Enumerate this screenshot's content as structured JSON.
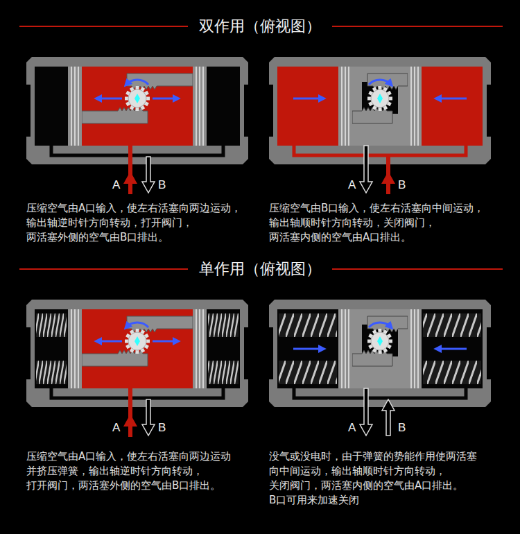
{
  "diagram": {
    "labels": [
      "双作用（俯视图）",
      "A",
      "B",
      "压缩空气由A口输入，使左右活塞向两边运动， 输出轴逆时针方向转动，打开阀门， 两活塞外侧的空气由B口排出。",
      "A",
      "B",
      "压缩空气由B口输入，使左右活塞向中间运动， 输出轴顺时针方向转动，关闭阀门， 两活塞内侧的空气由A口排出。",
      "单作用（俯视图）",
      "A",
      "B",
      "压缩空气由A口输入，使左右活塞向两边运动 并挤压弹簧，输出轴逆时针方向转动， 打开阀门，两活塞外侧的空气由B口排出。",
      "A",
      "B",
      "没气或没电时，由于弹簧的势能作用使两活塞 向中间运动，输出轴顺时针方向转动， 关闭阀门，两活塞内侧的空气由A口排出。 B口可用来加速关闭"
    ]
  }
}
